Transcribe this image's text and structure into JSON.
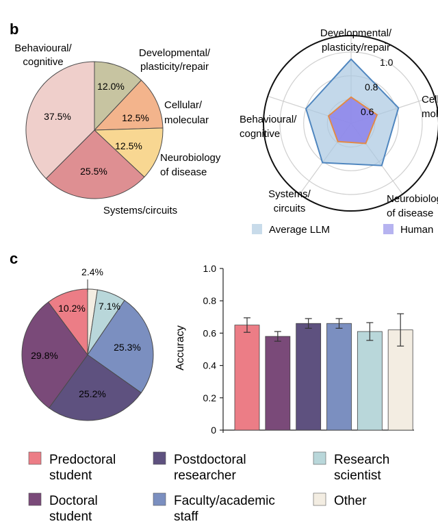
{
  "panel_b": {
    "letter": "b",
    "pie": {
      "slices": [
        {
          "label_lines": [
            "Developmental/",
            "plasticity/repair"
          ],
          "pct_text": "12.0%",
          "color": "#c7c4a1"
        },
        {
          "label_lines": [
            "Cellular/",
            "molecular"
          ],
          "pct_text": "12.5%",
          "color": "#f3b48c"
        },
        {
          "label_lines": [
            "Neurobiology",
            "of disease"
          ],
          "pct_text": "12.5%",
          "color": "#f8d792"
        },
        {
          "label_lines": [
            "Systems/circuits"
          ],
          "pct_text": "25.5%",
          "color": "#de8f92"
        },
        {
          "label_lines": [
            "Behavioural/",
            "cognitive"
          ],
          "pct_text": "37.5%",
          "color": "#efcfcb"
        }
      ]
    },
    "radar": {
      "axis_labels": [
        [
          "Developmental/",
          "plasticity/repair"
        ],
        [
          "Cellular/",
          "molecular"
        ],
        [
          "Neurobiology",
          "of disease"
        ],
        [
          "Systems/",
          "circuits"
        ],
        [
          "Behavioural/",
          "cognitive"
        ]
      ],
      "ring_labels": [
        "0.6",
        "0.8",
        "1.0"
      ],
      "legend": [
        {
          "label": "Average LLM",
          "color": "#c8dbea"
        },
        {
          "label": "Human",
          "color": "#b6b3f0"
        }
      ]
    }
  },
  "panel_c": {
    "letter": "c",
    "pie": {
      "slices": [
        {
          "pct_text": "2.4%",
          "color": "#f3ede2"
        },
        {
          "pct_text": "7.1%",
          "color": "#b9d7da"
        },
        {
          "pct_text": "25.3%",
          "color": "#7b8fc0"
        },
        {
          "pct_text": "25.2%",
          "color": "#5e517f"
        },
        {
          "pct_text": "29.8%",
          "color": "#7a4a79"
        },
        {
          "pct_text": "10.2%",
          "color": "#ec7d86"
        }
      ]
    },
    "legend": [
      {
        "lines": [
          "Predoctoral",
          "student"
        ],
        "color": "#ec7d86"
      },
      {
        "lines": [
          "Postdoctoral",
          "researcher"
        ],
        "color": "#5e517f"
      },
      {
        "lines": [
          "Research",
          "scientist"
        ],
        "color": "#b9d7da"
      },
      {
        "lines": [
          "Doctoral",
          "student"
        ],
        "color": "#7a4a79"
      },
      {
        "lines": [
          "Faculty/academic",
          "staff"
        ],
        "color": "#7b8fc0"
      },
      {
        "lines": [
          "Other"
        ],
        "color": "#f3ede2"
      }
    ]
  },
  "chart_data": [
    {
      "type": "pie",
      "categories": [
        "Developmental/plasticity/repair",
        "Cellular/molecular",
        "Neurobiology of disease",
        "Systems/circuits",
        "Behavioural/cognitive"
      ],
      "values": [
        12.0,
        12.5,
        12.5,
        25.5,
        37.5
      ]
    },
    {
      "type": "radar",
      "categories": [
        "Developmental/plasticity/repair",
        "Cellular/molecular",
        "Neurobiology of disease",
        "Systems/circuits",
        "Behavioural/cognitive"
      ],
      "rlim": [
        0.4,
        1.0
      ],
      "series": [
        {
          "name": "Average LLM",
          "values": [
            0.94,
            0.82,
            0.84,
            0.81,
            0.8
          ]
        },
        {
          "name": "Human",
          "values": [
            0.62,
            0.63,
            0.61,
            0.59,
            0.6
          ]
        }
      ]
    },
    {
      "type": "pie",
      "categories": [
        "Other",
        "Research scientist",
        "Faculty/academic staff",
        "Postdoctoral researcher",
        "Doctoral student",
        "Predoctoral student"
      ],
      "values": [
        2.4,
        7.1,
        25.3,
        25.2,
        29.8,
        10.2
      ]
    },
    {
      "type": "bar",
      "categories": [
        "Predoctoral student",
        "Doctoral student",
        "Postdoctoral researcher",
        "Faculty/academic staff",
        "Research scientist",
        "Other"
      ],
      "values": [
        0.65,
        0.58,
        0.66,
        0.66,
        0.61,
        0.62
      ],
      "errors": [
        0.045,
        0.03,
        0.03,
        0.03,
        0.055,
        0.1
      ],
      "colors": [
        "#ec7d86",
        "#7a4a79",
        "#5e517f",
        "#7b8fc0",
        "#b9d7da",
        "#f3ede2"
      ],
      "ylabel": "Accuracy",
      "ylim": [
        0,
        1.0
      ],
      "yticks": [
        "0",
        "0.2",
        "0.4",
        "0.6",
        "0.8",
        "1.0"
      ]
    }
  ]
}
